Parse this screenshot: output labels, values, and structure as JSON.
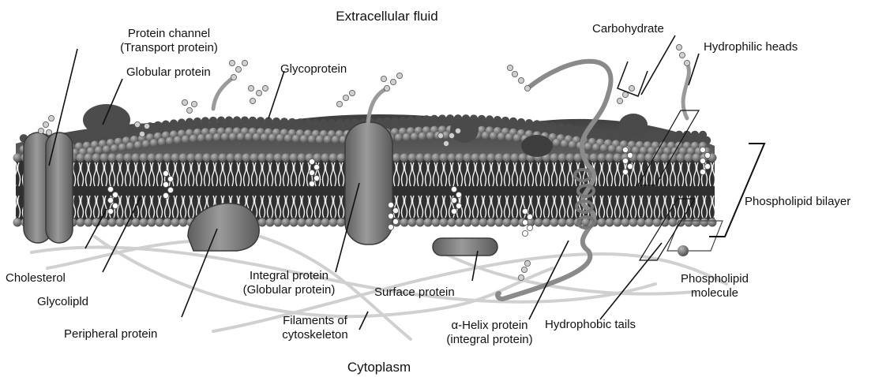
{
  "regions": {
    "top": "Extracellular fluid",
    "bottom": "Cytoplasm"
  },
  "labels": {
    "protein_channel": [
      "Protein channel",
      "(Transport protein)"
    ],
    "globular_protein": "Globular protein",
    "glycoprotein": "Glycoprotein",
    "carbohydrate": "Carbohydrate",
    "hydrophilic_heads": "Hydrophilic heads",
    "phospholipid_bilayer": "Phospholipid bilayer",
    "cholesterol": "Cholesterol",
    "glycolipid": "Glycolipld",
    "peripheral_protein": "Peripheral protein",
    "integral_protein": [
      "Integral protein",
      "(Globular protein)"
    ],
    "surface_protein": "Surface protein",
    "filaments": [
      "Filaments of",
      "cytoskeleton"
    ],
    "alpha_helix": [
      "α-Helix protein",
      "(integral protein)"
    ],
    "hydrophobic_tails": "Hydrophobic tails",
    "phospholipid_molecule": [
      "Phospholipid",
      "molecule"
    ]
  },
  "colors": {
    "head_light": "#8a8a8a",
    "head_dark": "#505050",
    "protein": "#767676",
    "protein_dark": "#5a5a5a",
    "tails": "#ffffff",
    "membrane_core": "#3a3a3a",
    "filament": "#d2d2d2",
    "carbohydrate": "#cfcfcf",
    "leader": "#111111"
  }
}
